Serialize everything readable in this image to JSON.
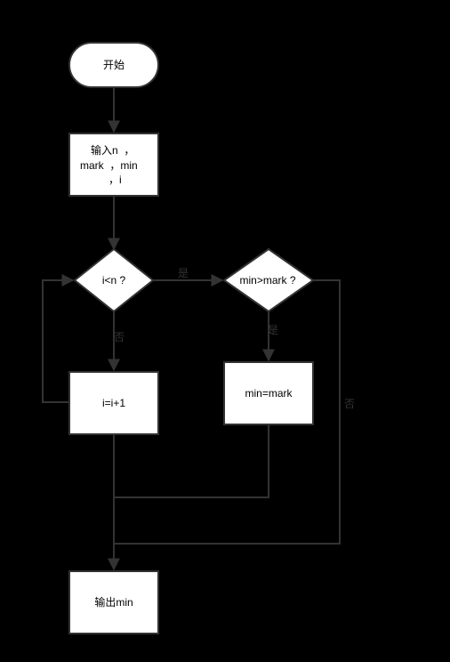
{
  "flowchart": {
    "nodes": {
      "start": {
        "label": "开始"
      },
      "input": {
        "lines": [
          "输入n  ，",
          "mark  ，min",
          "，i"
        ]
      },
      "loop_condition": {
        "label": "i<n ?"
      },
      "compare_condition": {
        "label": "min>mark ?"
      },
      "increment": {
        "label": "i=i+1"
      },
      "assign": {
        "label": "min=mark"
      },
      "output": {
        "label": "输出min"
      }
    },
    "edge_labels": {
      "loop_yes": "是",
      "loop_no": "否",
      "compare_yes": "是",
      "compare_no": "否"
    }
  },
  "colors": {
    "background": "#000000",
    "node_fill": "#ffffff",
    "stroke": "#333333",
    "text": "#000000"
  }
}
